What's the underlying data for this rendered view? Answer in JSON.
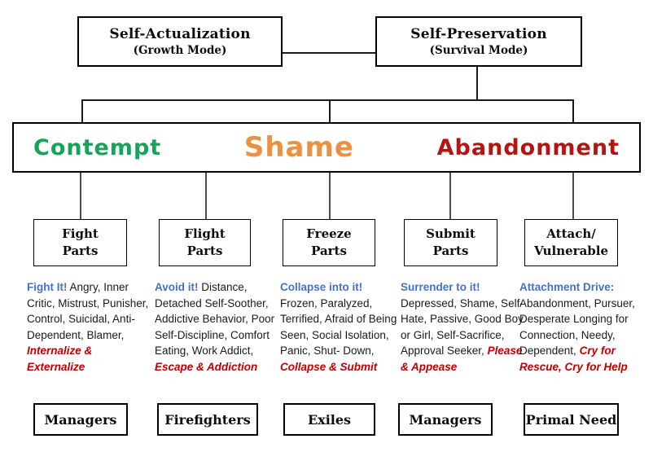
{
  "title_boxes": [
    {
      "title": "Self-Actualization",
      "subtitle": "(Growth Mode)"
    },
    {
      "title": "Self-Preservation",
      "subtitle": "(Survival Mode)"
    }
  ],
  "core_wounds": [
    {
      "label": "Contempt",
      "color": "#18a35b"
    },
    {
      "label": "Shame",
      "color": "#eb9142"
    },
    {
      "label": "Abandonment",
      "color": "#b21612"
    }
  ],
  "columns": [
    {
      "part_line1": "Fight",
      "part_line2": "Parts",
      "intro": "Fight It!",
      "body": "Angry, Inner Critic, Mistrust, Punisher, Control, Suicidal, Anti-Dependent, Blamer,",
      "tail": "Internalize & Externalize",
      "footer": "Managers"
    },
    {
      "part_line1": "Flight",
      "part_line2": "Parts",
      "intro": "Avoid it!",
      "body": "Distance, Detached Self-Soother, Addictive Behavior, Poor Self-Discipline, Comfort Eating, Work Addict,",
      "tail": "Escape & Addiction",
      "footer": "Firefighters"
    },
    {
      "part_line1": "Freeze",
      "part_line2": "Parts",
      "intro": "Collapse into it!",
      "body": "Frozen, Paralyzed, Terrified, Afraid of Being Seen, Social Isolation, Panic, Shut- Down,",
      "tail": "Collapse & Submit",
      "footer": "Exiles"
    },
    {
      "part_line1": "Submit",
      "part_line2": "Parts",
      "intro": "Surrender to it!",
      "body": "Depressed, Shame, Self-Hate, Passive, Good Boy or Girl, Self-Sacrifice, Approval Seeker,",
      "tail": "Please & Appease",
      "footer": "Managers"
    },
    {
      "part_line1": "Attach/",
      "part_line2": "Vulnerable",
      "intro": "Attachment Drive:",
      "body": "Abandonment, Pursuer, Desperate Longing for Connection, Needy, Dependent,",
      "tail": "Cry for Rescue, Cry for Help",
      "footer": "Primal Need"
    }
  ],
  "colors": {
    "intro_blue": "#4472c4",
    "tail_red": "#c00000",
    "body_text": "#1a1a1a"
  }
}
